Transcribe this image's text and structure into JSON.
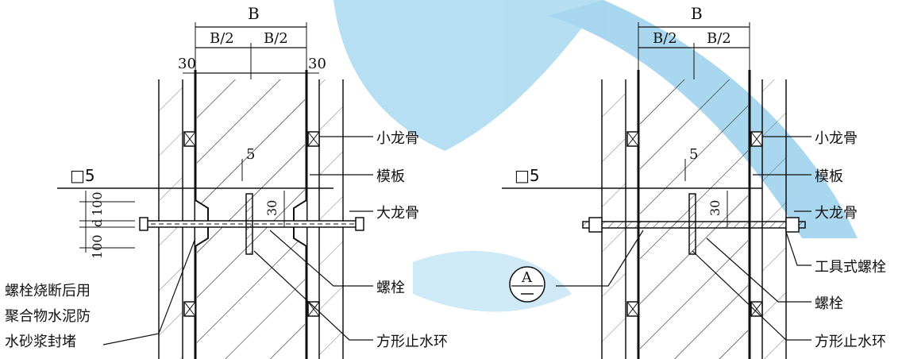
{
  "left": {
    "dim_top": "B",
    "dim_half_l": "B/2",
    "dim_half_r": "B/2",
    "dim_30_l": "30",
    "dim_30_r": "30",
    "label_1": "小龙骨",
    "label_2": "模板",
    "label_3": "大龙骨",
    "label_4": "螺栓",
    "label_5": "方形止水环",
    "note_line1": "螺栓烧断后用",
    "note_line2": "聚合物水泥防",
    "note_line3": "水砂浆封堵",
    "box_5": "□5",
    "dim_5": "5",
    "dim_30_mid": "30",
    "dim_100_top": "100",
    "dim_d": "d",
    "dim_100_bot": "100"
  },
  "right": {
    "dim_top": "B",
    "dim_half_l": "B/2",
    "dim_half_r": "B/2",
    "label_1": "小龙骨",
    "label_2": "模板",
    "label_3": "大龙骨",
    "label_4": "工具式螺栓",
    "label_5": "螺栓",
    "label_6": "方形止水环",
    "box_5": "□5",
    "dim_5": "5",
    "dim_30_mid": "30",
    "section_mark": "A"
  },
  "colors": {
    "ink": "#111111",
    "watermark": "#5ab4e0"
  }
}
